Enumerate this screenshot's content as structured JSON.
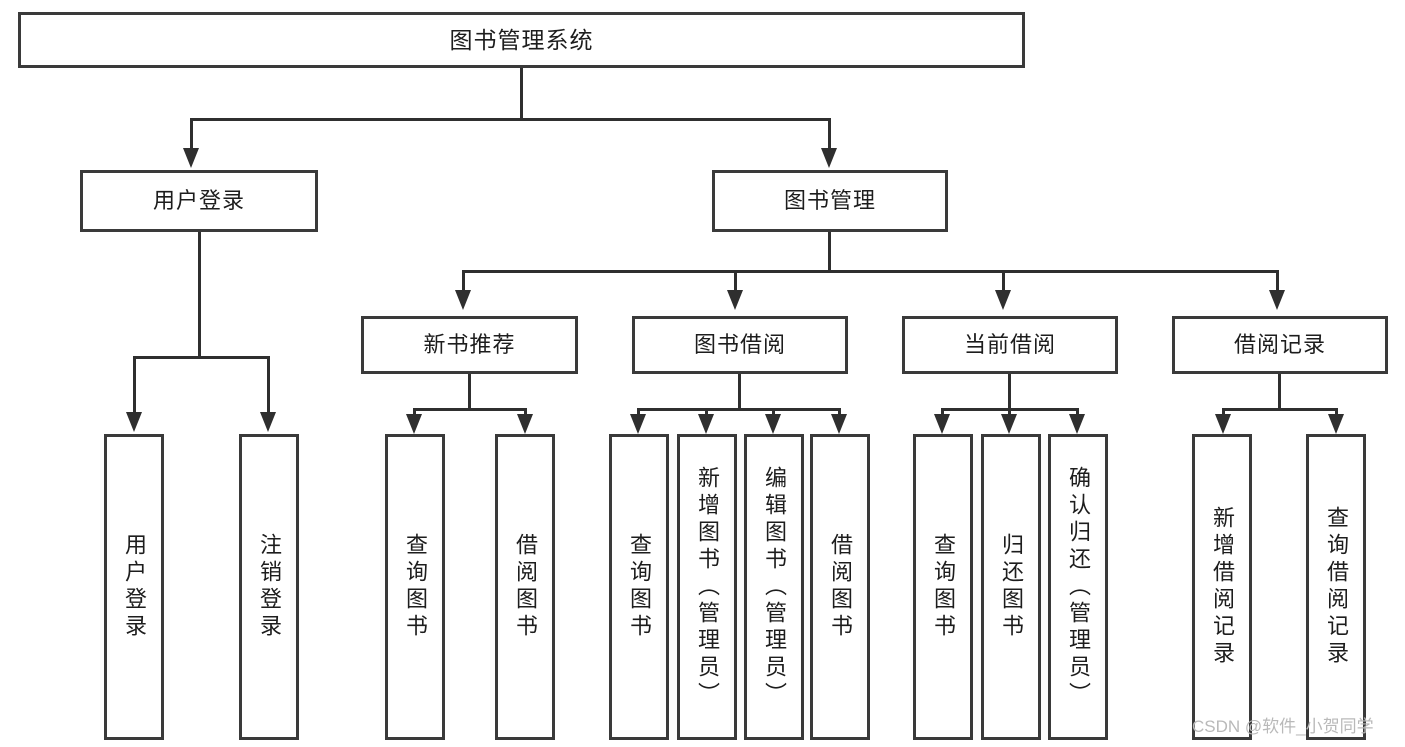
{
  "diagram": {
    "type": "tree-hierarchy-flowchart",
    "title_box": {
      "label": "图书管理系统"
    },
    "level1": [
      {
        "id": "user-login",
        "label": "用户登录"
      },
      {
        "id": "book-management",
        "label": "图书管理"
      }
    ],
    "level2": [
      {
        "id": "new-book-recommend",
        "label": "新书推荐",
        "parent": "book-management"
      },
      {
        "id": "book-borrow",
        "label": "图书借阅",
        "parent": "book-management"
      },
      {
        "id": "current-borrow",
        "label": "当前借阅",
        "parent": "book-management"
      },
      {
        "id": "borrow-record",
        "label": "借阅记录",
        "parent": "book-management"
      }
    ],
    "leaves": {
      "user_login": [
        {
          "id": "leaf-user-login",
          "label": "用户登录"
        },
        {
          "id": "leaf-logout",
          "label": "注销登录"
        }
      ],
      "new_book_recommend": [
        {
          "id": "leaf-query-book-1",
          "label": "查询图书"
        },
        {
          "id": "leaf-borrow-book-1",
          "label": "借阅图书"
        }
      ],
      "book_borrow": [
        {
          "id": "leaf-query-book-2",
          "label": "查询图书"
        },
        {
          "id": "leaf-add-book",
          "label": "新增图书（管理员）"
        },
        {
          "id": "leaf-edit-book",
          "label": "编辑图书（管理员）"
        },
        {
          "id": "leaf-borrow-book-2",
          "label": "借阅图书"
        }
      ],
      "current_borrow": [
        {
          "id": "leaf-query-book-3",
          "label": "查询图书"
        },
        {
          "id": "leaf-return-book",
          "label": "归还图书"
        },
        {
          "id": "leaf-confirm-return",
          "label": "确认归还（管理员）"
        }
      ],
      "borrow_record": [
        {
          "id": "leaf-add-record",
          "label": "新增借阅记录"
        },
        {
          "id": "leaf-query-record",
          "label": "查询借阅记录"
        }
      ]
    },
    "watermark": "CSDN @软件_小贺同学",
    "colors": {
      "box_border": "#3a3a3a",
      "connector": "#2f2f2f",
      "text": "#1d1d1d",
      "background": "#ffffff",
      "watermark": "#b9b9b9"
    }
  }
}
